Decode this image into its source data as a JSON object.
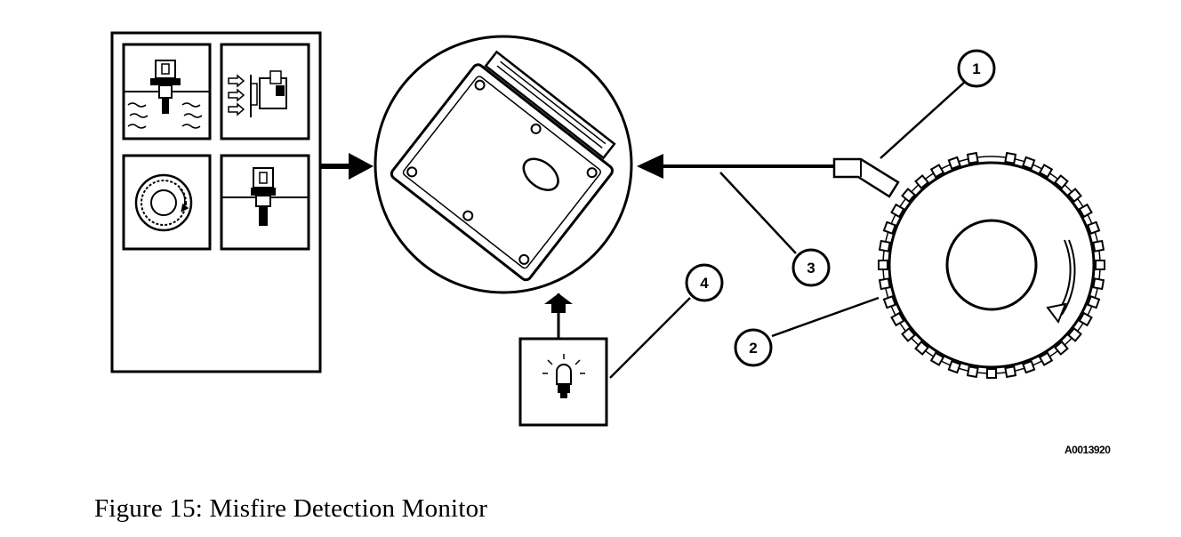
{
  "figure": {
    "caption": "Figure 15: Misfire Detection Monitor",
    "id": "A0013920"
  },
  "callouts": [
    "1",
    "2",
    "3",
    "4"
  ],
  "icons": {
    "sensor_panel": [
      "sensor-in-fluid-icon",
      "sensor-with-arrows-icon",
      "camshaft-position-disc-icon",
      "plug-sensor-icon"
    ],
    "controller": "powertrain-control-module-icon",
    "lamp": "malfunction-indicator-lamp-icon",
    "wheel": "crankshaft-tone-wheel-icon",
    "pickup": "crankshaft-position-sensor-icon"
  }
}
